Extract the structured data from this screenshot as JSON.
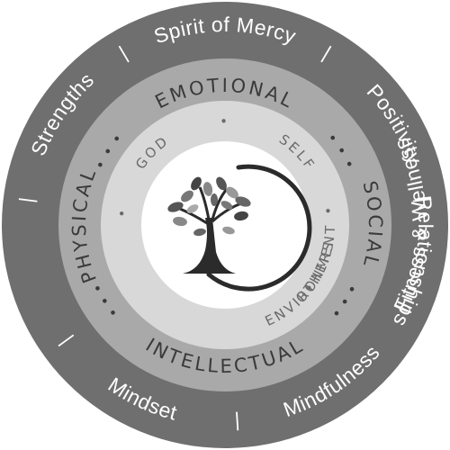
{
  "outer_ring": {
    "items": [
      "Spirit of Mercy",
      "Positivity",
      "Relationships",
      "Mindfulness",
      "Mindset",
      "Fitness & Wellness",
      "Strengths"
    ],
    "separator": "|"
  },
  "middle_ring": {
    "items": [
      "EMOTIONAL",
      "SOCIAL",
      "INTELLECTUAL",
      "PHYSICAL"
    ],
    "dots": "• • •"
  },
  "inner_ring": {
    "items": [
      "GOD",
      "SELF",
      "OTHERS",
      "ENVIRONMENT"
    ],
    "dot": "•"
  },
  "center": {
    "icon": "tree-of-life-icon"
  },
  "colors": {
    "outer": "#6f6f6f",
    "middle": "#a9a9a9",
    "inner": "#d8d8d8",
    "core": "#ffffff",
    "outer_text": "#ffffff"
  }
}
